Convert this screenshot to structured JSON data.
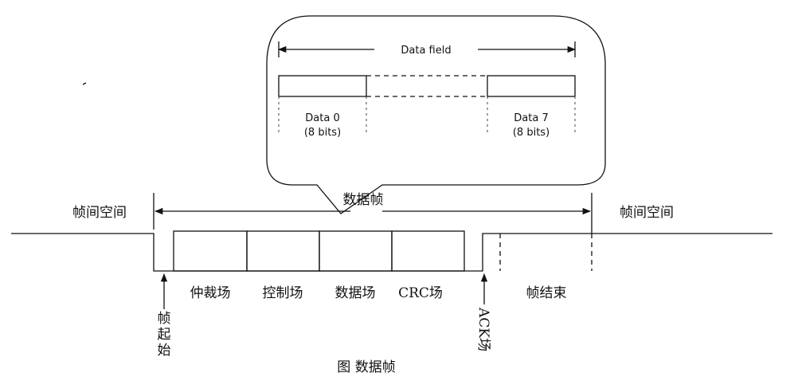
{
  "zoom_bubble": {
    "field_label": "Data field",
    "first_byte": {
      "name": "Data 0",
      "bits": "(8 bits)"
    },
    "last_byte": {
      "name": "Data 7",
      "bits": "(8 bits)"
    }
  },
  "frame": {
    "title": "数据帧",
    "left_gap": "帧间空间",
    "right_gap": "帧间空间",
    "fields": [
      "仲裁场",
      "控制场",
      "数据场",
      "CRC场"
    ],
    "end_of_frame": "帧结束",
    "start_of_frame": [
      "帧",
      "起",
      "始"
    ],
    "ack_slot": "ACK场"
  },
  "caption": "图 数据帧"
}
